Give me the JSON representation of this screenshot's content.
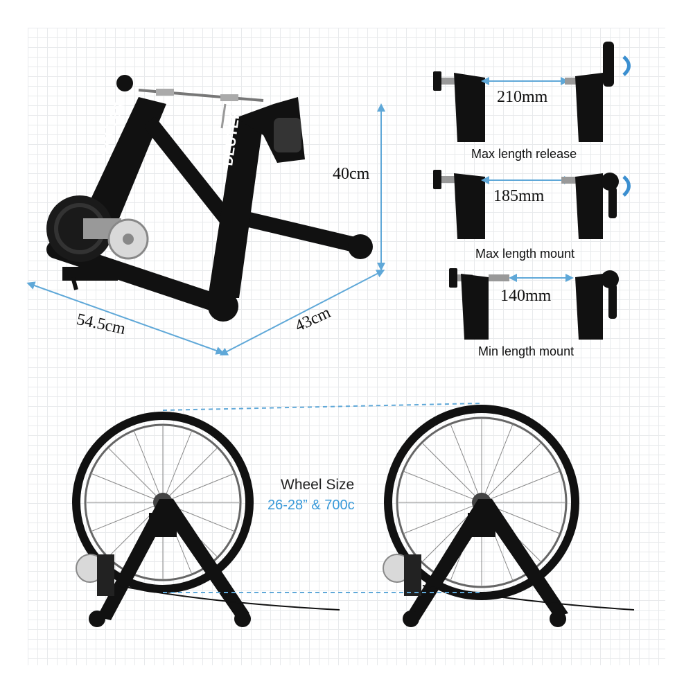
{
  "dimensions": {
    "height": "40cm",
    "width": "43cm",
    "length": "54.5cm"
  },
  "clamp_settings": [
    {
      "value": "210mm",
      "caption": "Max length release"
    },
    {
      "value": "185mm",
      "caption": "Max length mount"
    },
    {
      "value": "140mm",
      "caption": "Min length mount"
    }
  ],
  "wheel": {
    "title": "Wheel Size",
    "sizes": "26-28” & 700c"
  },
  "brand_text": "DEUTER",
  "colors": {
    "frame": "#111111",
    "accent_arrow": "#3b8fd0",
    "dimension_line": "#5fa8d8",
    "wheel_size_text": "#3a9ad9",
    "grid": "#e6e8ea"
  }
}
